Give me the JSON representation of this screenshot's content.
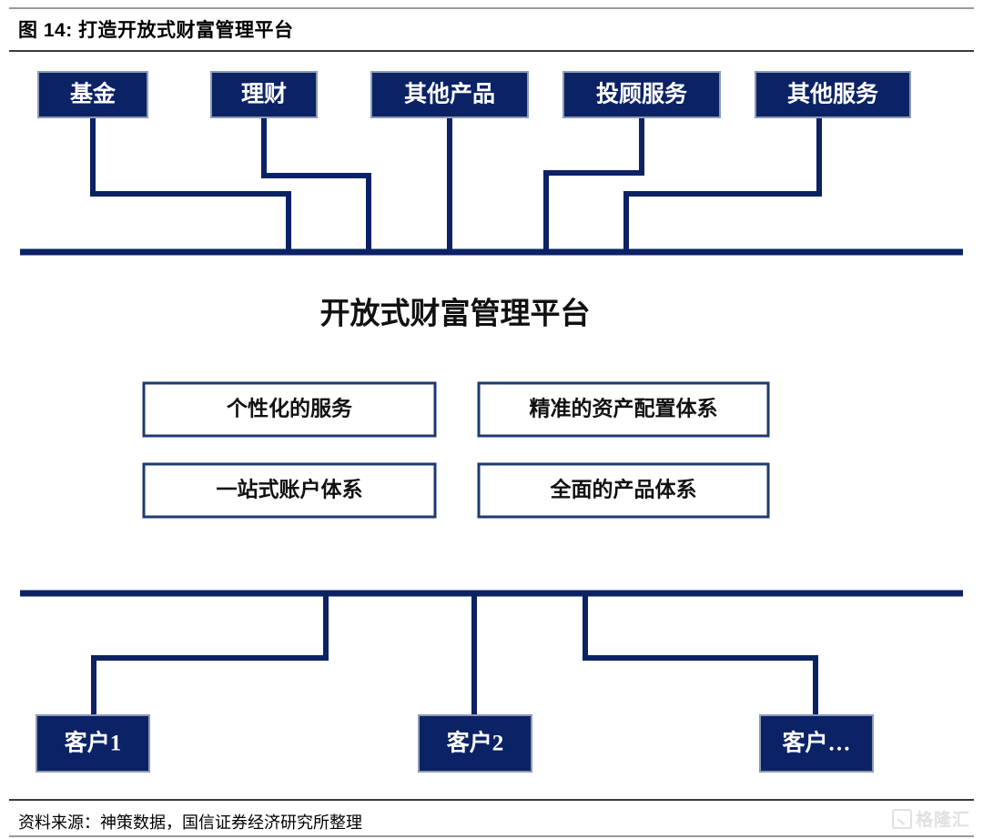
{
  "figure": {
    "title": "图 14: 打造开放式财富管理平台",
    "source_note": "资料来源：神策数据，国信证券经济研究所整理",
    "watermark_text": "格隆汇",
    "accent_color": "#0b2265",
    "box_fill_dark": "#0b2265",
    "box_fill_light": "#ffffff",
    "rule_color": "#3b3b3b"
  },
  "diagram": {
    "type": "flow-hierarchy",
    "center_title": "开放式财富管理平台",
    "products_row": [
      {
        "label": "基金"
      },
      {
        "label": "理财"
      },
      {
        "label": "其他产品"
      },
      {
        "label": "投顾服务"
      },
      {
        "label": "其他服务"
      }
    ],
    "capabilities": [
      {
        "label": "个性化的服务"
      },
      {
        "label": "精准的资产配置体系"
      },
      {
        "label": "一站式账户体系"
      },
      {
        "label": "全面的产品体系"
      }
    ],
    "customers_row": [
      {
        "label": "客户1"
      },
      {
        "label": "客户2"
      },
      {
        "label": "客户…"
      }
    ]
  }
}
